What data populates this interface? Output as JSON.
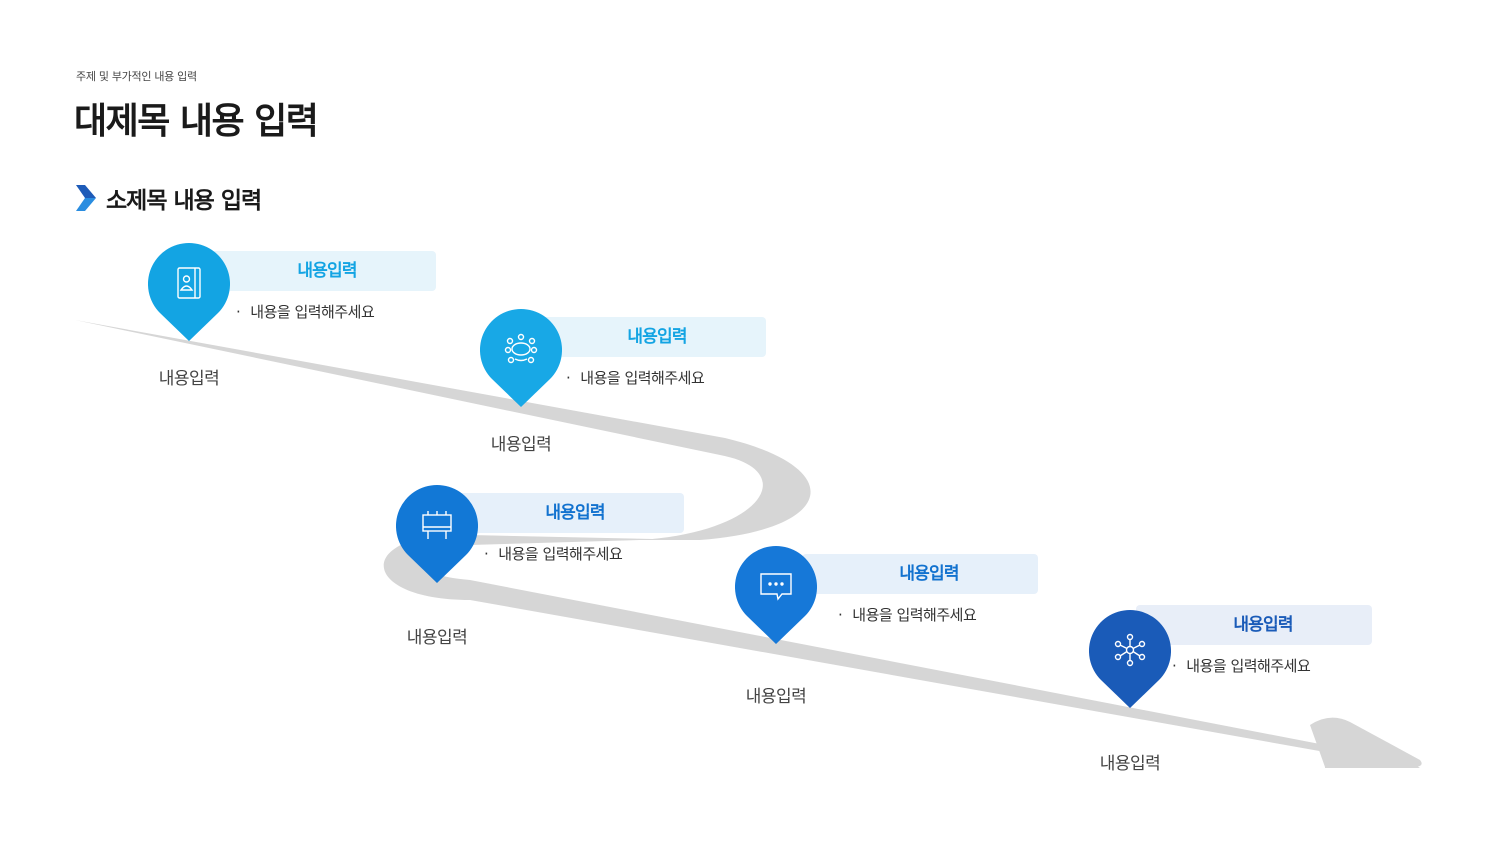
{
  "header": {
    "subtitle": "주제 및 부가적인 내용 입력",
    "title": "대제목 내용 입력"
  },
  "section": {
    "title": "소제목 내용 입력",
    "accent": "#1e5bb8"
  },
  "steps": [
    {
      "icon": "profile-book-icon",
      "color": "#13a4e3",
      "card_bg": "#e6f4fb",
      "title_color": "#13a4e3",
      "title": "내용입력",
      "desc": "내용을 입력해주세요",
      "label": "내용입력"
    },
    {
      "icon": "meeting-table-icon",
      "color": "#18a8e6",
      "card_bg": "#e6f4fb",
      "title_color": "#13a4e3",
      "title": "내용입력",
      "desc": "내용을 입력해주세요",
      "label": "내용입력"
    },
    {
      "icon": "billboard-icon",
      "color": "#1278d6",
      "card_bg": "#e6f0fa",
      "title_color": "#1272cf",
      "title": "내용입력",
      "desc": "내용을 입력해주세요",
      "label": "내용입력"
    },
    {
      "icon": "chat-bubble-icon",
      "color": "#1678d8",
      "card_bg": "#e6f0fa",
      "title_color": "#1272cf",
      "title": "내용입력",
      "desc": "내용을 입력해주세요",
      "label": "내용입력"
    },
    {
      "icon": "network-icon",
      "color": "#1a5bb8",
      "card_bg": "#e8eef8",
      "title_color": "#1a5bb8",
      "title": "내용입력",
      "desc": "내용을 입력해주세요",
      "label": "내용입력"
    }
  ]
}
